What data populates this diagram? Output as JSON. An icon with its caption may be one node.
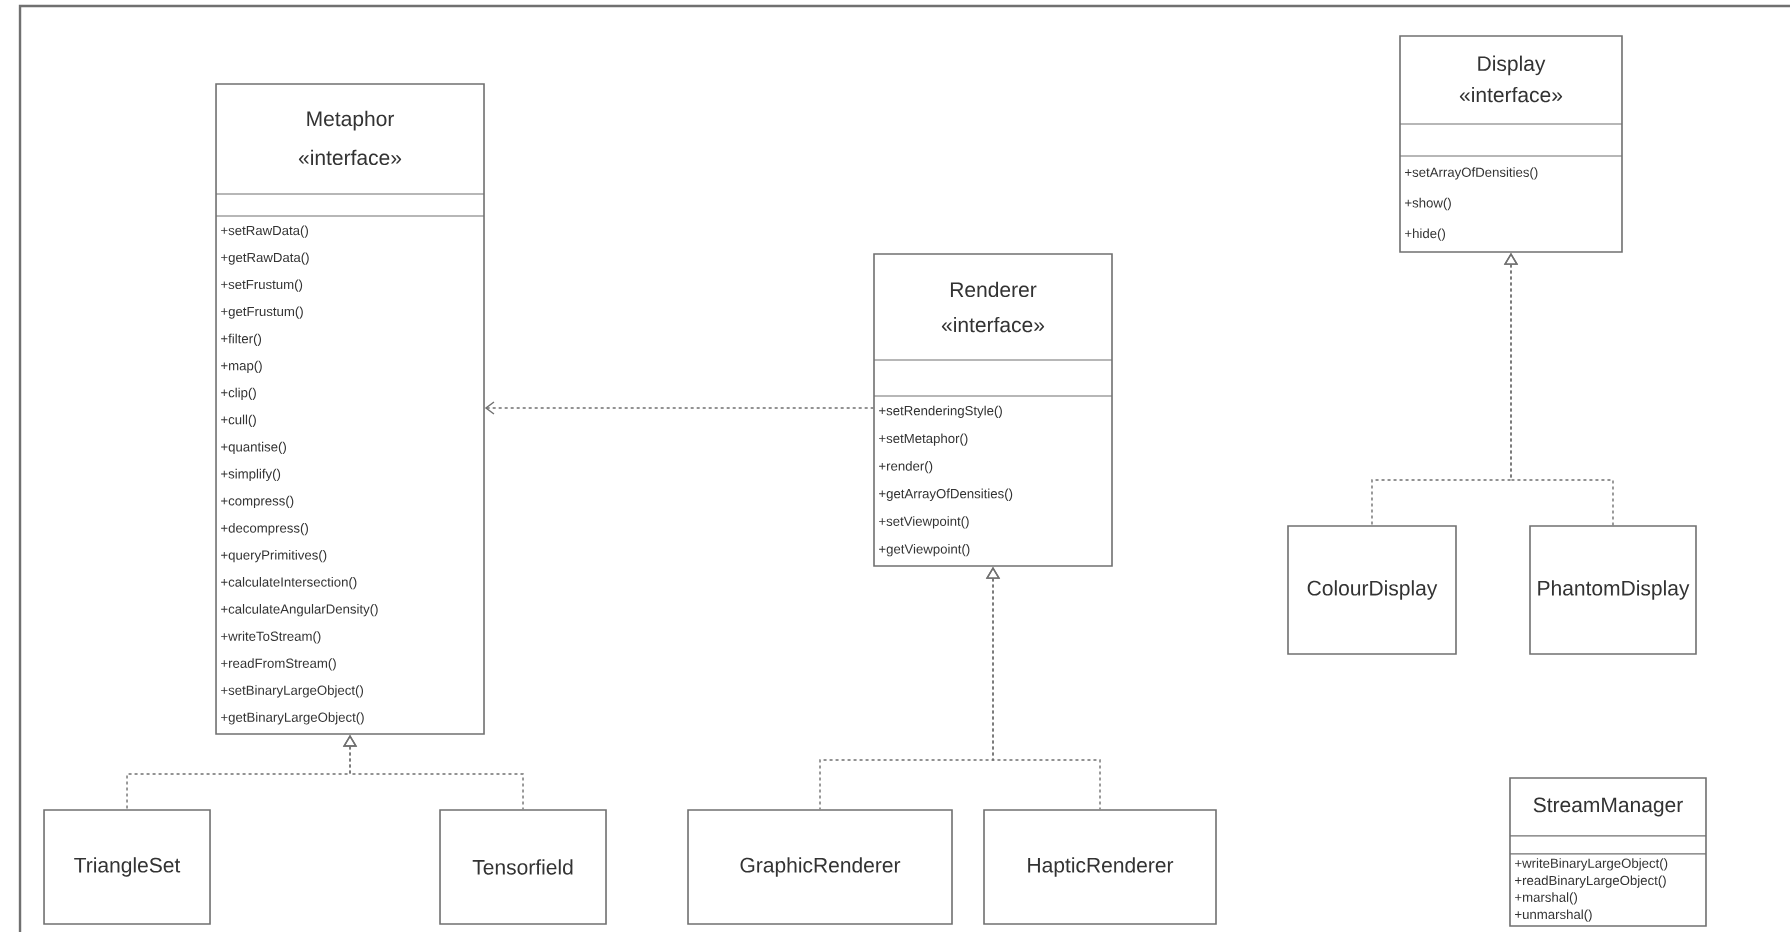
{
  "diagram": {
    "nodes": [
      {
        "text": [
          "Metaphor",
          "«interface»",
          "+setRawData()",
          "+getRawData()",
          "+setFrustum()",
          "+getFrustum()",
          "+filter()",
          "+map()",
          "+clip()",
          "+cull()",
          "+quantise()",
          "+simplify()",
          "+compress()",
          "+decompress()",
          "+queryPrimitives()",
          "+calculateIntersection()",
          "+calculateAngularDensity()",
          "+writeToStream()",
          "+readFromStream()",
          "+setBinaryLargeObject()",
          "+getBinaryLargeObject()"
        ]
      },
      {
        "text": [
          "Renderer",
          "«interface»",
          "+setRenderingStyle()",
          "+setMetaphor()",
          "+render()",
          "+getArrayOfDensities()",
          "+setViewpoint()",
          "+getViewpoint()"
        ]
      },
      {
        "text": [
          "Display",
          "«interface»",
          "+setArrayOfDensities()",
          "+show()",
          "+hide()"
        ]
      },
      {
        "text": [
          "ColourDisplay"
        ]
      },
      {
        "text": [
          "PhantomDisplay"
        ]
      },
      {
        "text": [
          "StreamManager",
          "+writeBinaryLargeObject()",
          "+readBinaryLargeObject()",
          "+marshal()",
          "+unmarshal()"
        ]
      },
      {
        "text": [
          "TriangleSet"
        ]
      },
      {
        "text": [
          "Tensorfield"
        ]
      },
      {
        "text": [
          "GraphicRenderer"
        ]
      },
      {
        "text": [
          "HapticRenderer"
        ]
      }
    ],
    "edges": [
      {
        "from": 1,
        "to": 0,
        "arrow": "to",
        "style": "dashed"
      },
      {
        "from": 6,
        "to": 0,
        "arrow": "to",
        "style": "dashed"
      },
      {
        "from": 7,
        "to": 0,
        "arrow": "to",
        "style": "dashed"
      },
      {
        "from": 8,
        "to": 1,
        "arrow": "to",
        "style": "dashed"
      },
      {
        "from": 9,
        "to": 1,
        "arrow": "to",
        "style": "dashed"
      },
      {
        "from": 3,
        "to": 2,
        "arrow": "to",
        "style": "dashed"
      },
      {
        "from": 4,
        "to": 2,
        "arrow": "to",
        "style": "dashed"
      }
    ]
  }
}
